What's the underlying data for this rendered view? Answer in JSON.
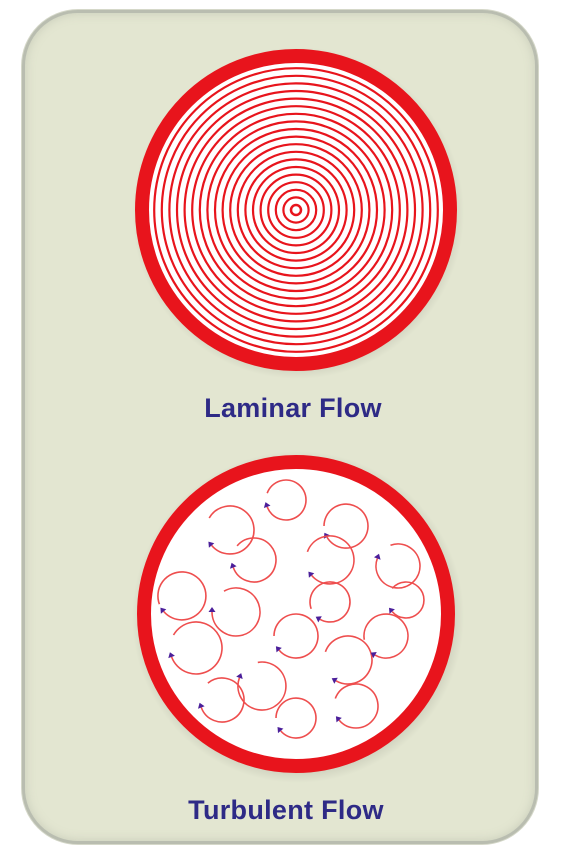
{
  "panels": [
    {
      "title": "Laminar Flow",
      "pattern": "concentric-rings"
    },
    {
      "title": "Turbulent Flow",
      "pattern": "eddies"
    }
  ],
  "colors": {
    "background": "#e3e6d1",
    "border": "#b9bdb0",
    "pipe_wall": "#e8141c",
    "streamline": "#e8141c",
    "eddy_line": "#ee4e4e",
    "arrow_head": "#4b1f9a",
    "label": "#2e2a86"
  }
}
